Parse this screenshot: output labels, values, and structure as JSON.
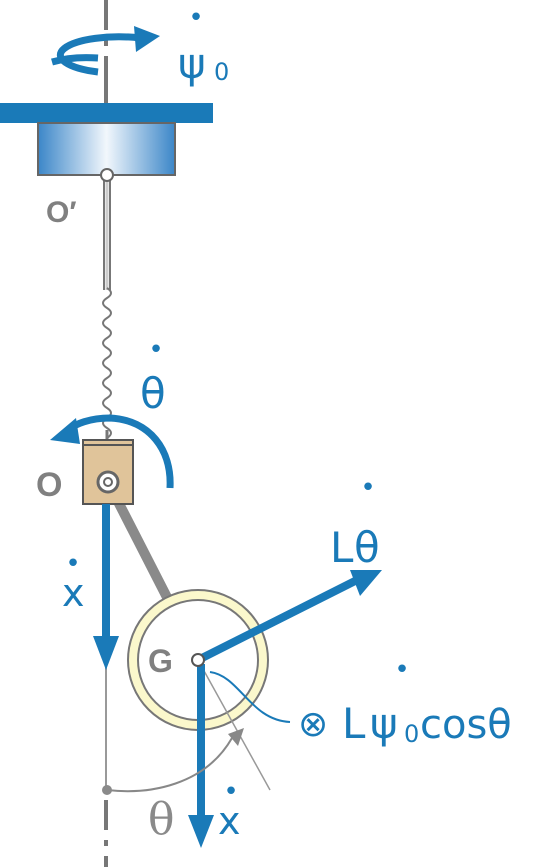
{
  "labels": {
    "psi_dot_0": {
      "symbol": "ψ",
      "subscript": "0",
      "dot": "•"
    },
    "theta_dot": {
      "symbol": "θ",
      "dot": "•"
    },
    "O_prime": "O′",
    "O": "O",
    "G": "G",
    "x_dot_left": {
      "symbol": "x",
      "dot": "•"
    },
    "L_theta_dot": {
      "prefix": "L",
      "symbol": "θ",
      "dot": "•"
    },
    "L_psi_cos": {
      "cross": "⊗",
      "prefix": "L",
      "symbol": "ψ",
      "subscript": "0",
      "suffix": "cosθ",
      "dot": "•"
    },
    "theta_angle": "θ",
    "x_dot_bottom": {
      "symbol": "x",
      "dot": "•"
    }
  },
  "colors": {
    "blue": "#1a7ab8",
    "gray": "#808080",
    "ceiling": "#1a7ab8",
    "block": "#e0c49a",
    "wheel_rim": "#f2eeaa"
  }
}
